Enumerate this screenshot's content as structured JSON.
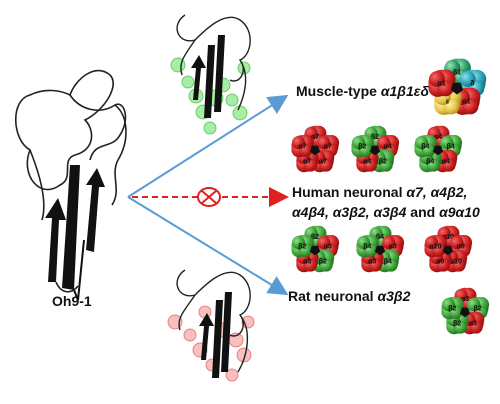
{
  "figure": {
    "peptide_label": "Oh9-1",
    "targets": [
      {
        "id": "muscle",
        "prefix": "Muscle-type ",
        "subtype": "α1β1εδ"
      },
      {
        "id": "human",
        "prefix": "Human neuronal ",
        "subtype": "α7, α4β2, α4β4, α3β2, α3β4",
        "suffix": " and ",
        "subtype2": "α9α10",
        "line1_prefix": "Human neuronal ",
        "line1_italic": "α7, α4β2,",
        "line2_italic": "α4β4, α3β2, α3β4",
        "line2_mid": " and ",
        "line2_italic_end": "α9α10"
      },
      {
        "id": "rat",
        "prefix": "Rat neuronal ",
        "subtype": "α3β2"
      }
    ],
    "receptor_subunits": {
      "muscle": [
        "β1",
        "δ",
        "α1",
        "ε",
        "α1"
      ],
      "a7": [
        "α7",
        "α7",
        "α7",
        "α7",
        "α7"
      ],
      "a4b2": [
        "β2",
        "α4",
        "β2",
        "α4",
        "β2"
      ],
      "a4b4": [
        "α4",
        "β4",
        "α4",
        "β4",
        "β4"
      ],
      "a3b2": [
        "β2",
        "α3",
        "β2",
        "α3",
        "β2"
      ],
      "a3b4": [
        "β4",
        "α3",
        "β4",
        "α3",
        "β4"
      ],
      "a9a10": [
        "α10",
        "α9",
        "α10",
        "α9",
        "α10"
      ],
      "rat_a3b2": [
        "α3",
        "β2",
        "α3",
        "β2",
        "β2"
      ]
    },
    "colors": {
      "alpha": "#cc1f1f",
      "beta": "#3fa33a",
      "arrow": "#5b9bd5",
      "blocked": "#e02020",
      "green_highlight": "#39d839",
      "red_highlight": "#f07070",
      "muscle_beta": "#2aa06a",
      "muscle_eps": "#e8c84a",
      "muscle_delta": "#3aa8c8"
    },
    "icons": [
      "no-interaction-icon"
    ]
  }
}
